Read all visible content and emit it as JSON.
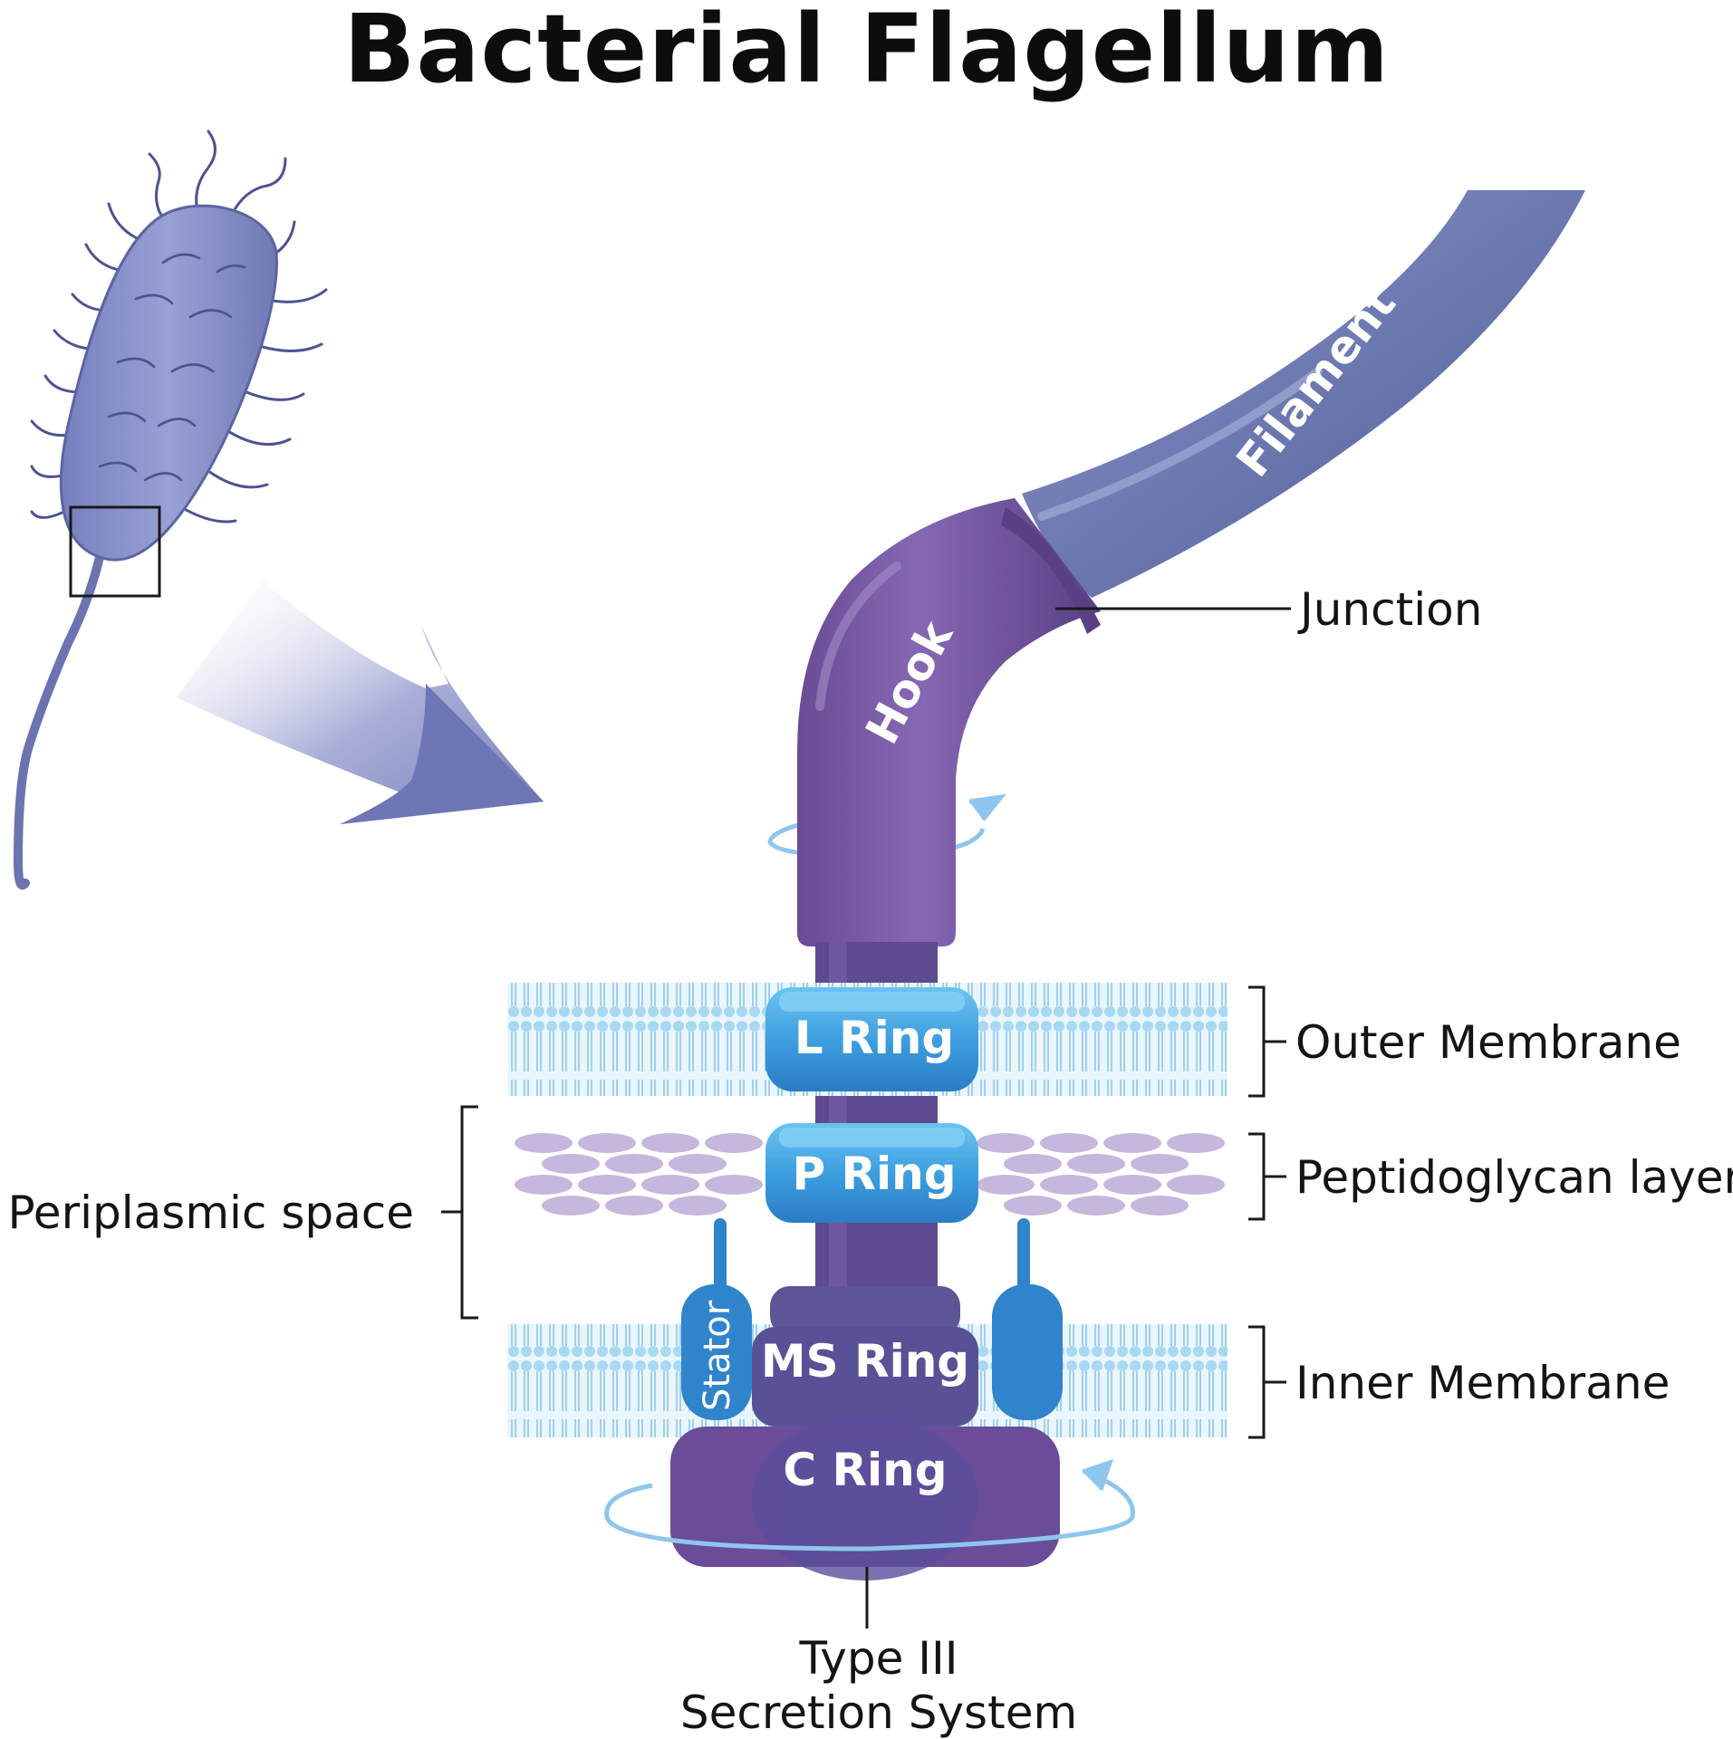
{
  "title": "Bacterial Flagellum",
  "labels": {
    "filament": "Filament",
    "hook": "Hook",
    "junction": "Junction",
    "l_ring": "L Ring",
    "p_ring": "P Ring",
    "ms_ring": "MS Ring",
    "c_ring": "C Ring",
    "stator": "Stator",
    "outer_membrane": "Outer Membrane",
    "peptidoglycan_layer": "Peptidoglycan layer",
    "inner_membrane": "Inner Membrane",
    "periplasmic_space": "Periplasmic space",
    "type_iii_line1": "Type III",
    "type_iii_line2": "Secretion System"
  },
  "colors": {
    "filament": "#6c78b0",
    "hook": "#7b5aa3",
    "rings": "#3f9fde",
    "membrane": "#a9d8f3",
    "peptidoglycan": "#c6b7dd",
    "bacterium": "#8891c8",
    "motor": "#5c4a92"
  }
}
